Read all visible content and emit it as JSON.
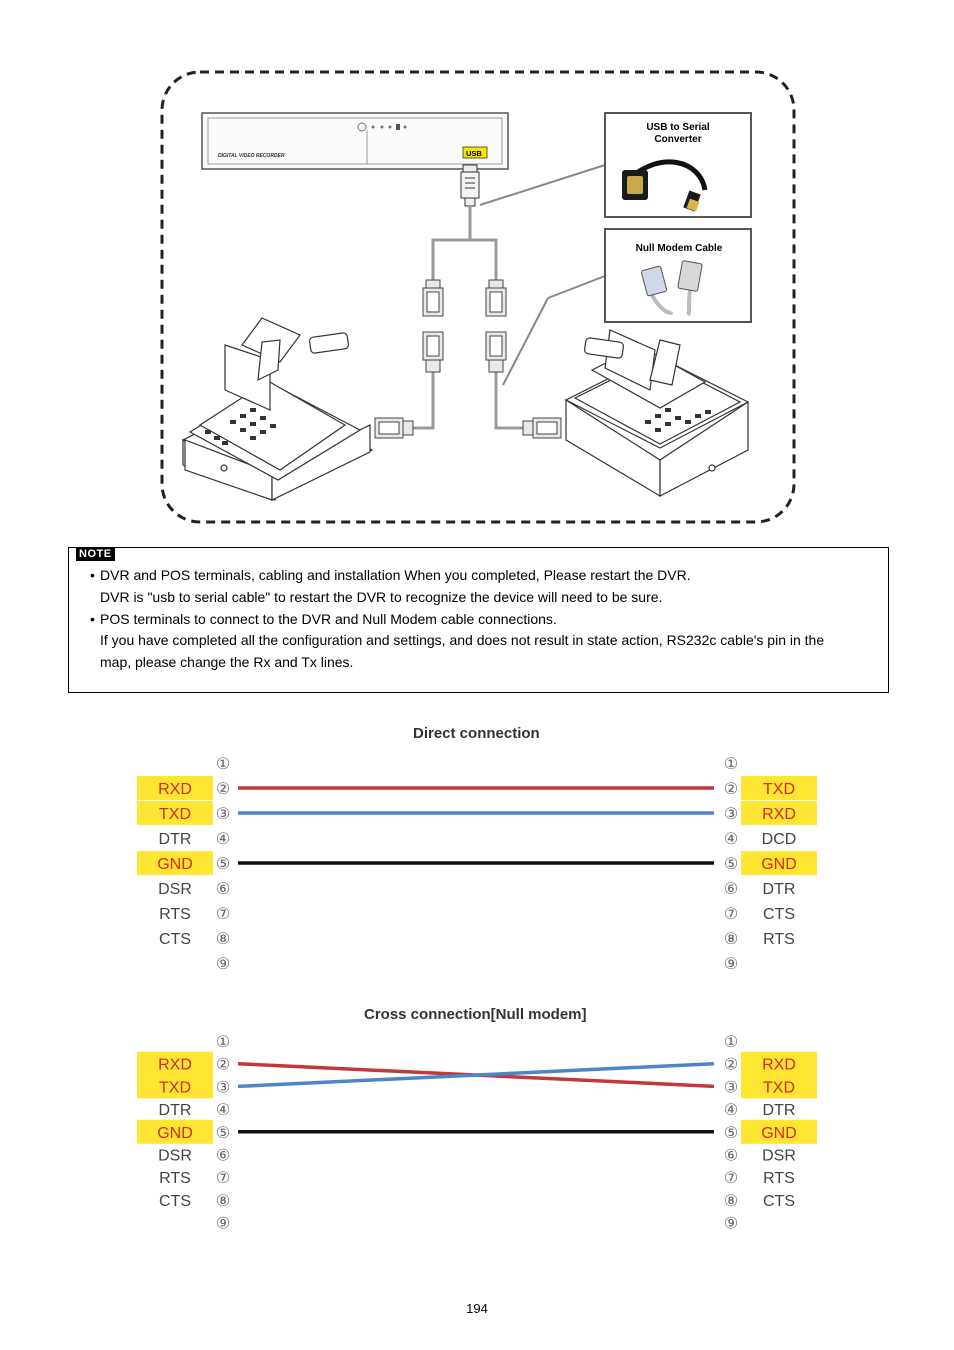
{
  "top_diagram": {
    "dvr_label": "DIGITAL VIDEO RECORDER",
    "usb_label": "USB",
    "usb_serial_box": {
      "title_line1": "USB to Serial",
      "title_line2": "Converter"
    },
    "null_modem_box": {
      "title": "Null Modem Cable"
    }
  },
  "note": {
    "tag": "NOTE",
    "bullet1": "DVR and POS terminals, cabling and installation When you completed, Please restart the DVR.",
    "bullet1_cont": "DVR is \"usb to serial cable\" to restart the DVR to recognize the device will need to be sure.",
    "bullet2": "POS terminals to connect to the DVR and Null Modem cable connections.",
    "bullet2_cont1": "If you have completed all the configuration and settings, and does not result in state action, RS232c cable's pin in the",
    "bullet2_cont2": "map, please change the Rx and Tx lines."
  },
  "direct": {
    "title": "Direct connection",
    "pins": [
      "①",
      "②",
      "③",
      "④",
      "⑤",
      "⑥",
      "⑦",
      "⑧",
      "⑨"
    ],
    "left": [
      "",
      "RXD",
      "TXD",
      "DTR",
      "GND",
      "DSR",
      "RTS",
      "CTS",
      ""
    ],
    "right": [
      "",
      "TXD",
      "RXD",
      "DCD",
      "GND",
      "DTR",
      "CTS",
      "RTS",
      ""
    ]
  },
  "cross": {
    "title": "Cross connection[Null modem]",
    "pins": [
      "①",
      "②",
      "③",
      "④",
      "⑤",
      "⑥",
      "⑦",
      "⑧",
      "⑨"
    ],
    "left": [
      "",
      "RXD",
      "TXD",
      "DTR",
      "GND",
      "DSR",
      "RTS",
      "CTS",
      ""
    ],
    "right": [
      "",
      "RXD",
      "TXD",
      "DTR",
      "GND",
      "DSR",
      "RTS",
      "CTS",
      ""
    ]
  },
  "colors": {
    "highlight": "#ffe633",
    "signal_text": "#d42a1a",
    "plain_text": "#444444",
    "wire_red": "#c0393b",
    "wire_blue": "#4a86c8",
    "wire_black": "#111111"
  },
  "page_number": "194"
}
